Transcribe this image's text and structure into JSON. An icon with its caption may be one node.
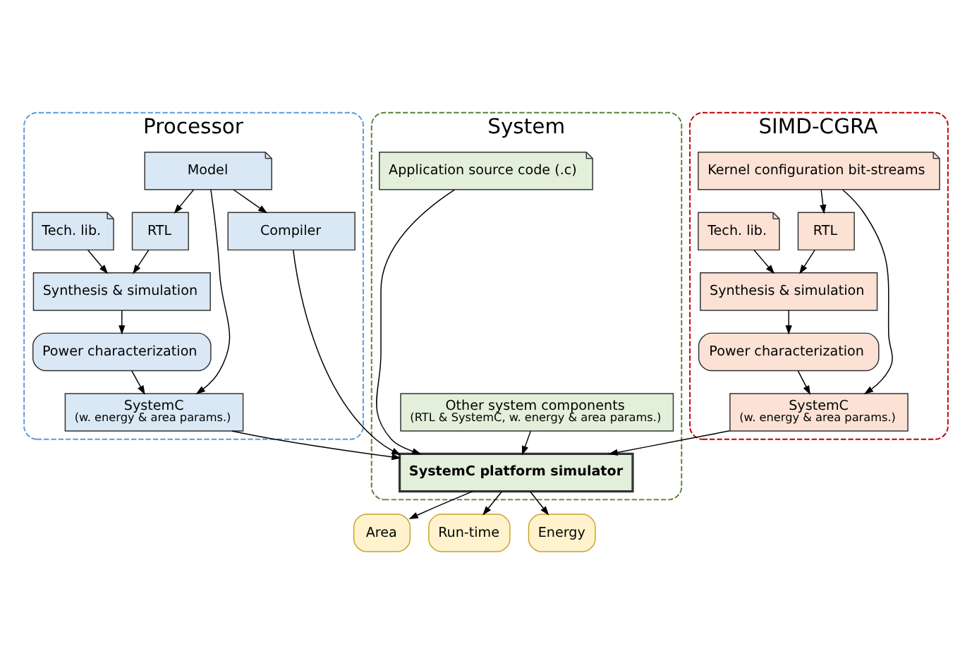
{
  "diagram": {
    "nodes": [
      {
        "text": [
          "Processor"
        ]
      },
      {
        "text": [
          "Model"
        ],
        "in": 0
      },
      {
        "text": [
          "Compiler"
        ],
        "in": 0
      },
      {
        "text": [
          "RTL"
        ],
        "in": 0
      },
      {
        "text": [
          "Tech. lib."
        ],
        "in": 0
      },
      {
        "text": [
          "Synthesis & simulation"
        ],
        "in": 0
      },
      {
        "text": [
          "Power characterization"
        ],
        "in": 0
      },
      {
        "text": [
          "SystemC",
          "(w. energy & area params.)"
        ],
        "in": 0
      },
      {
        "text": [
          "System"
        ]
      },
      {
        "text": [
          "Application source code (.c)"
        ],
        "in": 8
      },
      {
        "text": [
          "SystemC platform simulator"
        ],
        "in": 8
      },
      {
        "text": [
          "Other system components",
          "(RTL & SystemC, w. energy & area params.)"
        ],
        "in": 8
      },
      {
        "text": [
          "SIMD-CGRA"
        ]
      },
      {
        "text": [
          "Kernel configuration bit-streams"
        ],
        "in": 12
      },
      {
        "text": [
          "SystemC",
          "(w. energy & area params.)"
        ],
        "in": 12
      },
      {
        "text": [
          "RTL"
        ],
        "in": 12
      },
      {
        "text": [
          "Tech. lib."
        ],
        "in": 12
      },
      {
        "text": [
          "Synthesis & simulation"
        ],
        "in": 12
      },
      {
        "text": [
          "Power characterization"
        ],
        "in": 12
      },
      {
        "text": [
          "Area"
        ]
      },
      {
        "text": [
          "Run-time"
        ]
      },
      {
        "text": [
          "Energy"
        ]
      }
    ],
    "edges": [
      {
        "from": 1,
        "to": 2,
        "arrow": "to"
      },
      {
        "from": 1,
        "to": 3,
        "arrow": "to"
      },
      {
        "from": 1,
        "to": 7,
        "arrow": "to"
      },
      {
        "from": 3,
        "to": 5,
        "arrow": "to"
      },
      {
        "from": 4,
        "to": 5,
        "arrow": "to"
      },
      {
        "from": 5,
        "to": 6,
        "arrow": "to"
      },
      {
        "from": 6,
        "to": 7,
        "arrow": "to"
      },
      {
        "from": 2,
        "to": 10,
        "arrow": "to"
      },
      {
        "from": 7,
        "to": 10,
        "arrow": "to"
      },
      {
        "from": 9,
        "to": 10,
        "arrow": "to"
      },
      {
        "from": 11,
        "to": 10,
        "arrow": "to"
      },
      {
        "from": 14,
        "to": 10,
        "arrow": "to"
      },
      {
        "from": 13,
        "to": 14,
        "arrow": "to"
      },
      {
        "from": 13,
        "to": 15,
        "arrow": "to"
      },
      {
        "from": 15,
        "to": 17,
        "arrow": "to"
      },
      {
        "from": 16,
        "to": 17,
        "arrow": "to"
      },
      {
        "from": 17,
        "to": 18,
        "arrow": "to"
      },
      {
        "from": 18,
        "to": 14,
        "arrow": "to"
      },
      {
        "from": 10,
        "to": 19,
        "arrow": "to"
      },
      {
        "from": 10,
        "to": 20,
        "arrow": "to"
      },
      {
        "from": 10,
        "to": 21,
        "arrow": "to"
      }
    ]
  }
}
